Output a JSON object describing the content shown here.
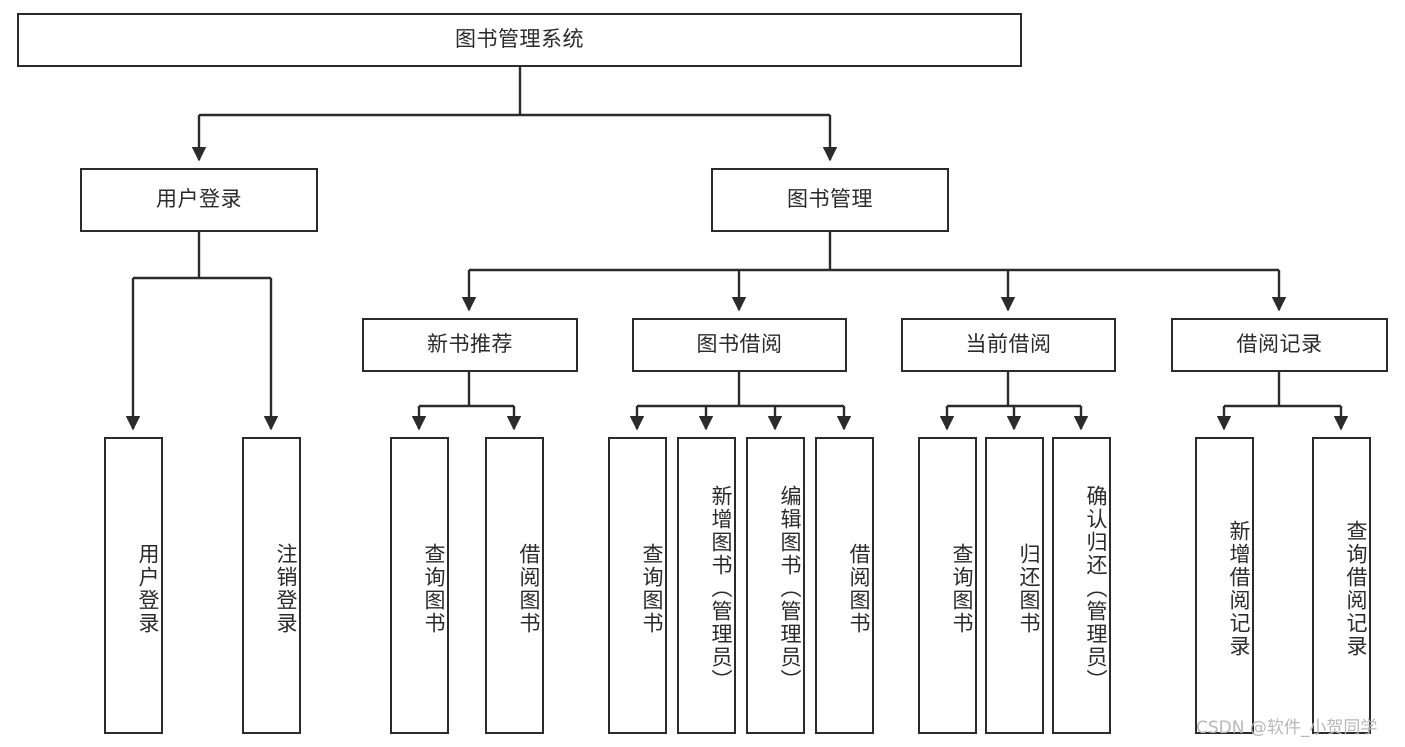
{
  "diagram": {
    "title": "图书管理系统",
    "type": "hierarchy-tree",
    "levels": 4,
    "colors": {
      "stroke": "#2b2b2b",
      "fill": "#ffffff",
      "background": "#ffffff",
      "watermark": "#b8b8b8"
    },
    "root": {
      "id": "root",
      "label": "图书管理系统"
    },
    "level2": [
      {
        "id": "user-login",
        "label": "用户登录"
      },
      {
        "id": "book-manage",
        "label": "图书管理"
      }
    ],
    "level3": [
      {
        "id": "new-book-recommend",
        "label": "新书推荐"
      },
      {
        "id": "book-borrow",
        "label": "图书借阅"
      },
      {
        "id": "current-borrow",
        "label": "当前借阅"
      },
      {
        "id": "borrow-record",
        "label": "借阅记录"
      }
    ],
    "leaves": {
      "user_login": [
        {
          "id": "leaf-user-login",
          "label": "用户登录"
        },
        {
          "id": "leaf-logout-login",
          "label": "注销登录"
        }
      ],
      "new_book_recommend": [
        {
          "id": "leaf-query-book-1",
          "label": "查询图书"
        },
        {
          "id": "leaf-borrow-book-1",
          "label": "借阅图书"
        }
      ],
      "book_borrow": [
        {
          "id": "leaf-query-book-2",
          "label": "查询图书"
        },
        {
          "id": "leaf-add-book",
          "label": "新增图书（管理员）"
        },
        {
          "id": "leaf-edit-book",
          "label": "编辑图书（管理员）"
        },
        {
          "id": "leaf-borrow-book-2",
          "label": "借阅图书"
        }
      ],
      "current_borrow": [
        {
          "id": "leaf-query-book-3",
          "label": "查询图书"
        },
        {
          "id": "leaf-return-book",
          "label": "归还图书"
        },
        {
          "id": "leaf-confirm-return",
          "label": "确认归还（管理员）"
        }
      ],
      "borrow_record": [
        {
          "id": "leaf-add-record",
          "label": "新增借阅记录"
        },
        {
          "id": "leaf-query-record",
          "label": "查询借阅记录"
        }
      ]
    }
  },
  "watermark": {
    "text": "CSDN @软件_小贺同学"
  }
}
